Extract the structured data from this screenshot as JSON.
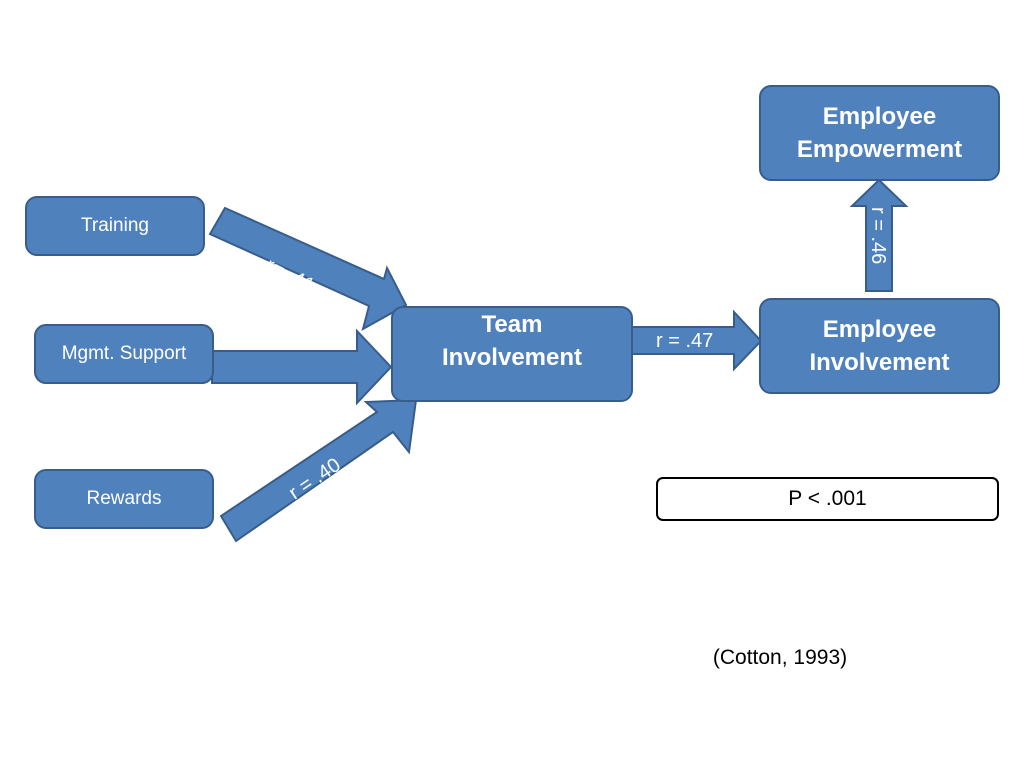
{
  "colors": {
    "box_fill": "#4f81bd",
    "box_border": "#385d8a",
    "text_on_box": "#ffffff"
  },
  "nodes": {
    "training": "Training",
    "mgmt_support": "Mgmt. Support",
    "rewards": "Rewards",
    "team_involvement": [
      "Team",
      "Involvement"
    ],
    "employee_involvement": [
      "Employee",
      "Involvement"
    ],
    "employee_empowerment": [
      "Employee",
      "Empowerment"
    ]
  },
  "edges": {
    "training_to_team": "r= .41",
    "rewards_to_team": "r = .40",
    "team_to_employee": "r = .47",
    "involvement_to_empowerment": "r = .46"
  },
  "significance": "P < .001",
  "citation": "(Cotton, 1993)"
}
